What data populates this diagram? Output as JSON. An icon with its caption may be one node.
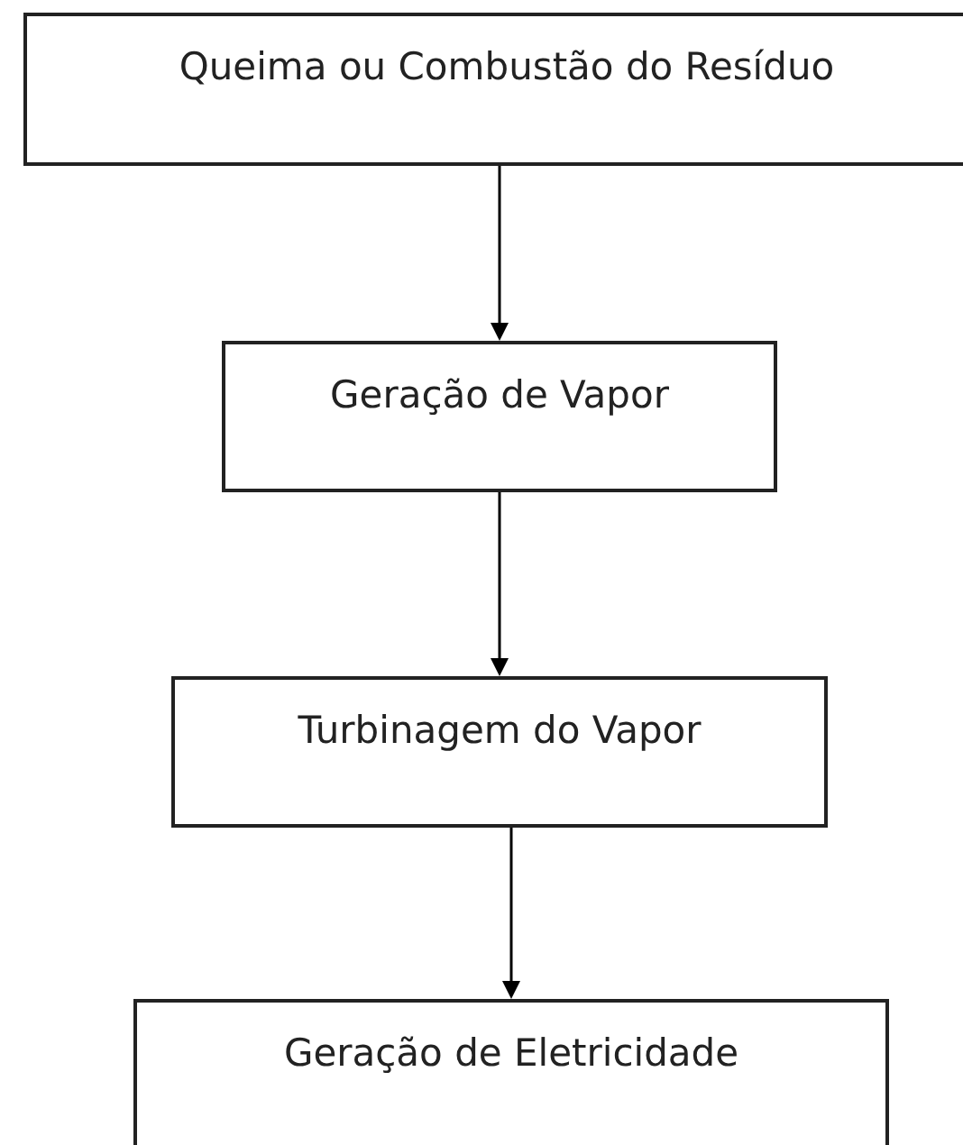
{
  "diagram": {
    "nodes": [
      {
        "text": [
          "Queima ou Combustão do Resíduo"
        ]
      },
      {
        "text": [
          "Geração de Vapor"
        ]
      },
      {
        "text": [
          "Turbinagem do Vapor"
        ]
      },
      {
        "text": [
          "Geração de Eletricidade"
        ]
      }
    ],
    "edges": [
      {
        "from": 0,
        "to": 1,
        "arrow": "to"
      },
      {
        "from": 1,
        "to": 2,
        "arrow": "to"
      },
      {
        "from": 2,
        "to": 3,
        "arrow": "to"
      }
    ]
  }
}
